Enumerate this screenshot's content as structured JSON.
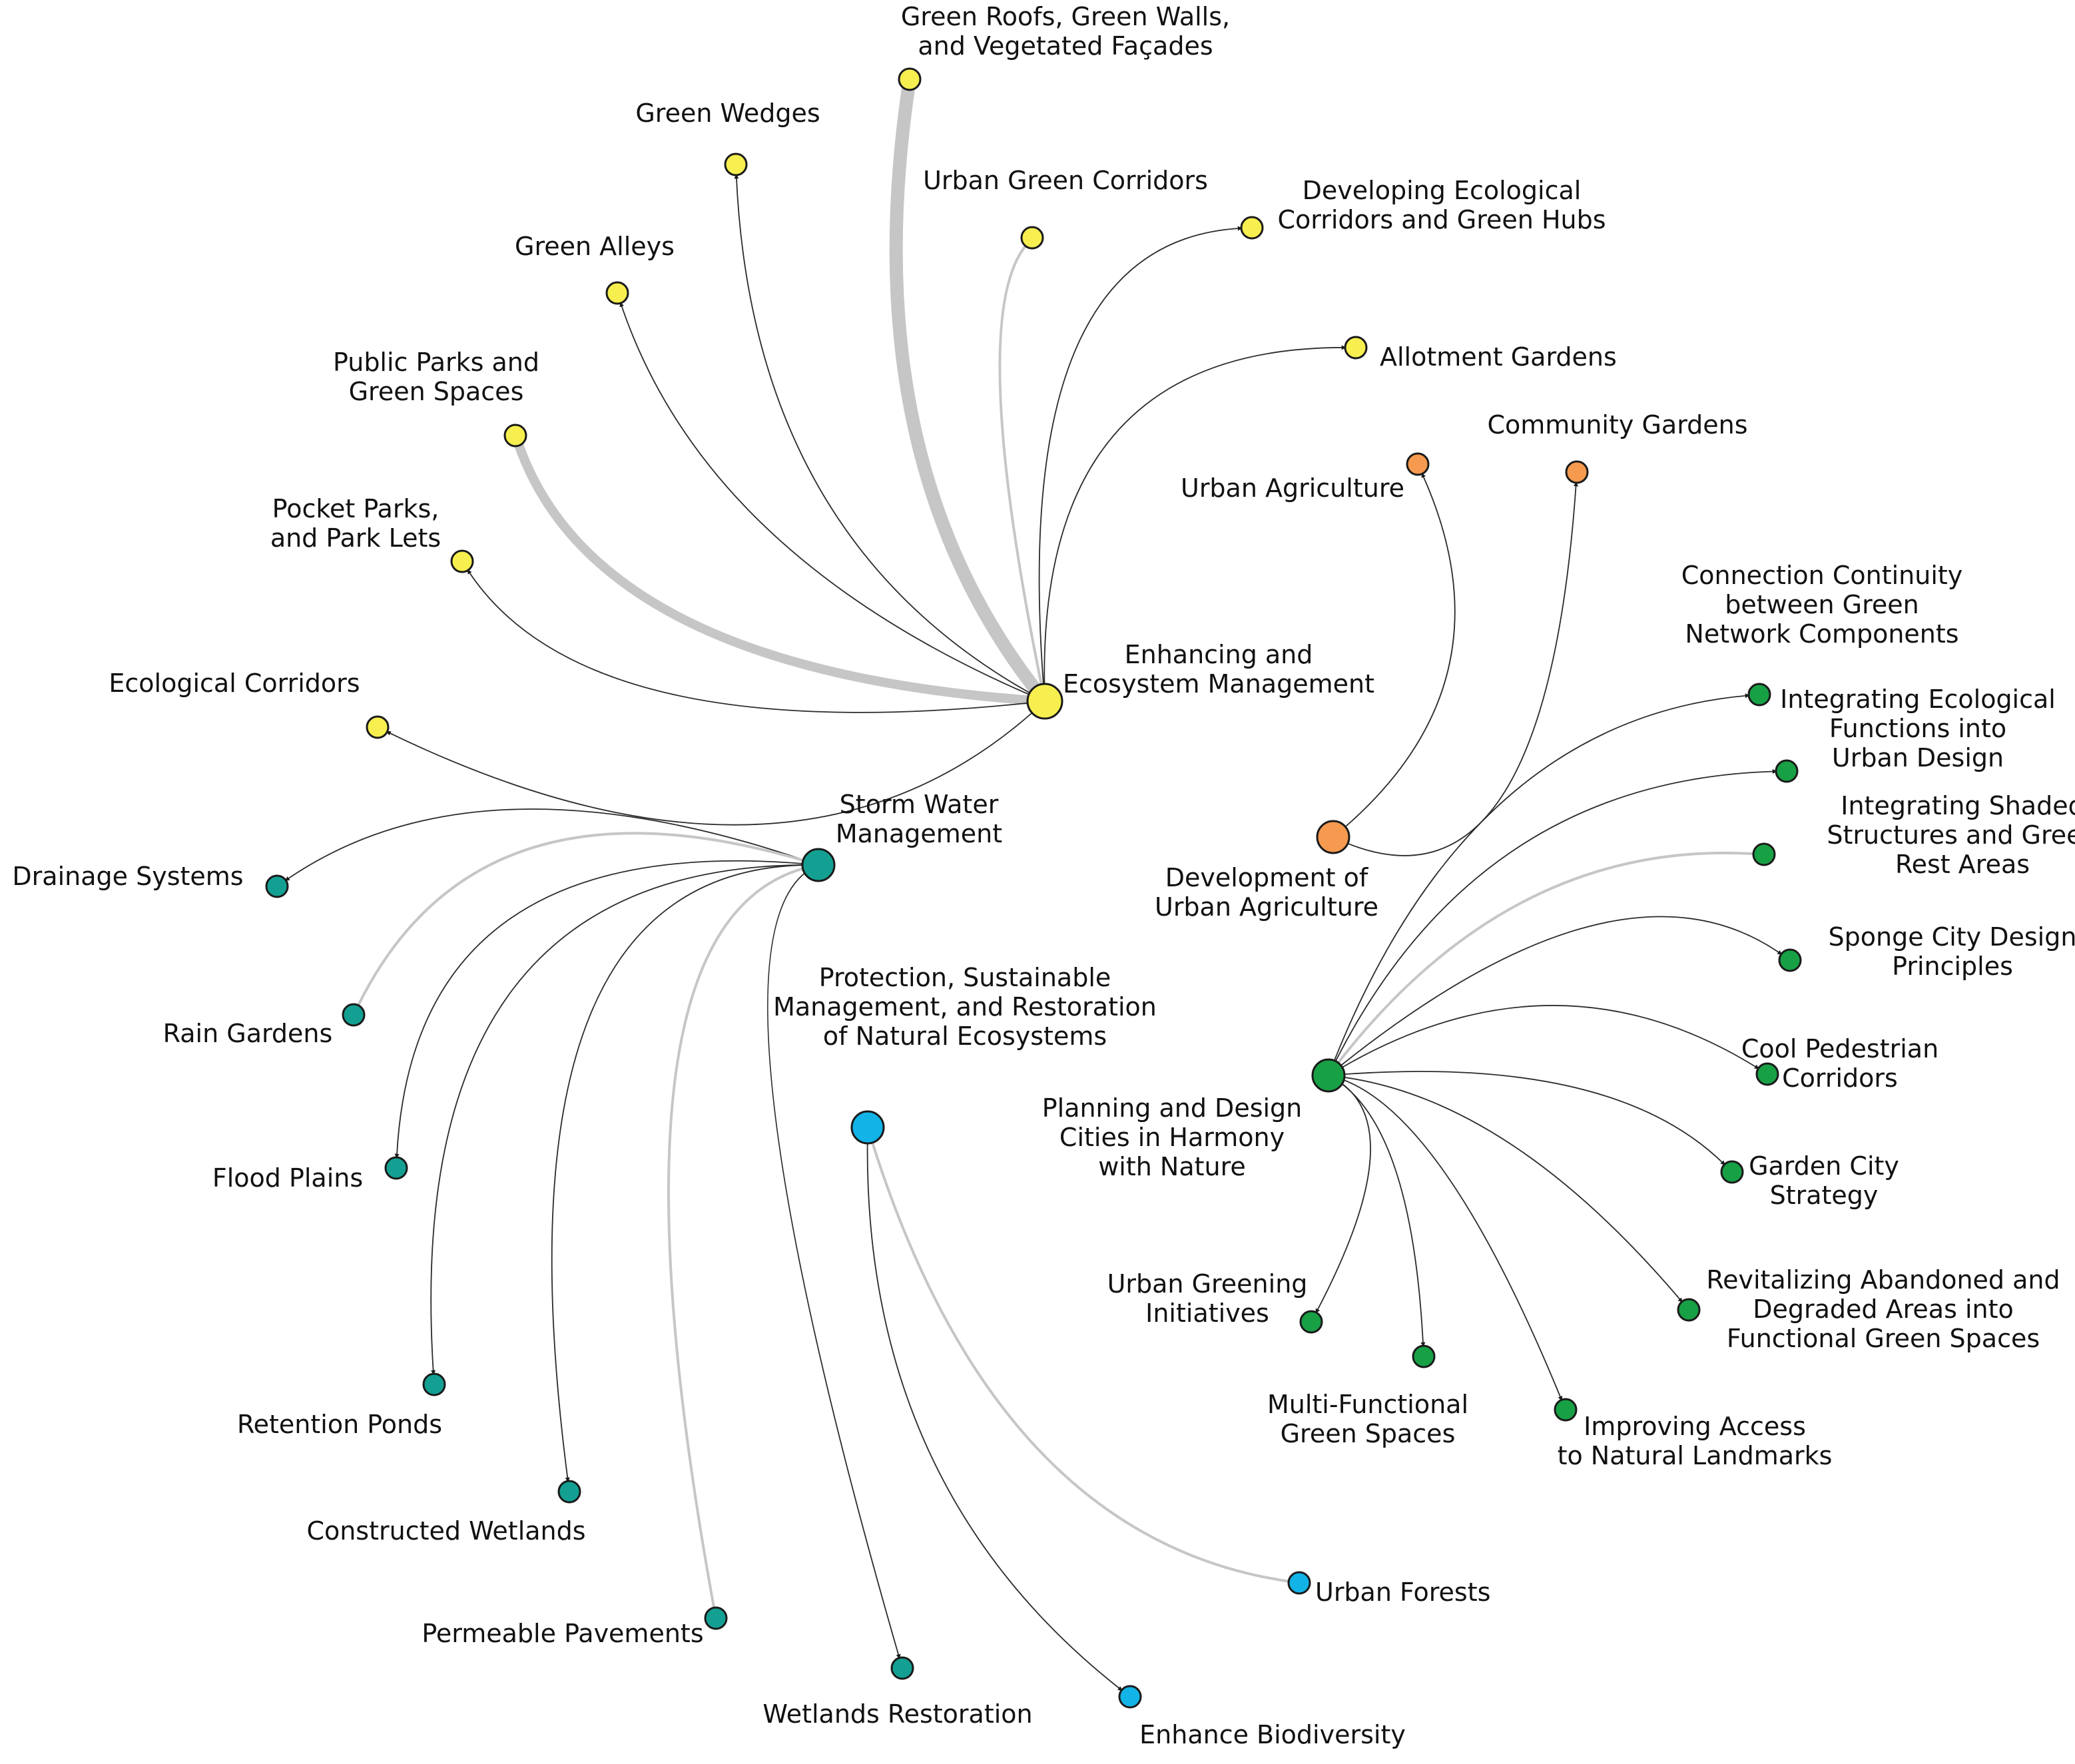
{
  "colors": {
    "yellow": "#f6ef4f",
    "orange": "#f59a4f",
    "green": "#18a045",
    "teal": "#13a093",
    "blue": "#12b3e6"
  },
  "hubs": [
    {
      "id": "enh",
      "lines": [
        "Enhancing and",
        "Ecosystem Management"
      ],
      "color": "yellow"
    },
    {
      "id": "dua",
      "lines": [
        "Development of",
        "Urban Agriculture"
      ],
      "color": "orange"
    },
    {
      "id": "swm",
      "lines": [
        "Storm Water",
        "Management"
      ],
      "color": "teal"
    },
    {
      "id": "pro",
      "lines": [
        "Protection, Sustainable",
        "Management, and Restoration",
        "of Natural Ecosystems"
      ],
      "color": "blue"
    },
    {
      "id": "pdc",
      "lines": [
        "Planning and Design",
        "Cities in Harmony",
        "with Nature"
      ],
      "color": "green"
    }
  ],
  "leaves": [
    {
      "id": "roofs",
      "hub": "enh",
      "lines": [
        "Green Roofs, Green Walls,",
        "and Vegetated Façades"
      ],
      "color": "yellow",
      "weight": "strong"
    },
    {
      "id": "wedges",
      "hub": "enh",
      "lines": [
        "Green Wedges"
      ],
      "color": "yellow",
      "weight": "thin"
    },
    {
      "id": "corr",
      "hub": "enh",
      "lines": [
        "Urban Green Corridors"
      ],
      "color": "yellow",
      "weight": "light"
    },
    {
      "id": "dev",
      "hub": "enh",
      "lines": [
        "Developing Ecological",
        "Corridors and Green Hubs"
      ],
      "color": "yellow",
      "weight": "thin"
    },
    {
      "id": "alleys",
      "hub": "enh",
      "lines": [
        "Green Alleys"
      ],
      "color": "yellow",
      "weight": "thin"
    },
    {
      "id": "allot",
      "hub": "enh",
      "lines": [
        "Allotment Gardens"
      ],
      "color": "yellow",
      "weight": "thin"
    },
    {
      "id": "parks",
      "hub": "enh",
      "lines": [
        "Public Parks and",
        "Green Spaces"
      ],
      "color": "yellow",
      "weight": "strong"
    },
    {
      "id": "pocket",
      "hub": "enh",
      "lines": [
        "Pocket Parks,",
        "and Park Lets"
      ],
      "color": "yellow",
      "weight": "thin"
    },
    {
      "id": "ecocorr",
      "hub": "enh",
      "lines": [
        "Ecological Corridors"
      ],
      "color": "yellow",
      "weight": "thin"
    },
    {
      "id": "ua",
      "hub": "dua",
      "lines": [
        "Urban Agriculture"
      ],
      "color": "orange",
      "weight": "thin"
    },
    {
      "id": "cg",
      "hub": "dua",
      "lines": [
        "Community Gardens"
      ],
      "color": "orange",
      "weight": "thin"
    },
    {
      "id": "conn",
      "hub": "pdc",
      "lines": [
        "Connection Continuity",
        "between Green",
        "Network Components"
      ],
      "color": "green",
      "weight": "thin"
    },
    {
      "id": "integ",
      "hub": "pdc",
      "lines": [
        "Integrating Ecological",
        "Functions into",
        "Urban Design"
      ],
      "color": "green",
      "weight": "thin"
    },
    {
      "id": "shaded",
      "hub": "pdc",
      "lines": [
        "Integrating Shaded",
        "Structures and Green",
        "Rest Areas"
      ],
      "color": "green",
      "weight": "light"
    },
    {
      "id": "sponge",
      "hub": "pdc",
      "lines": [
        "Sponge City Design",
        "Principles"
      ],
      "color": "green",
      "weight": "thin"
    },
    {
      "id": "cool",
      "hub": "pdc",
      "lines": [
        "Cool Pedestrian",
        "Corridors"
      ],
      "color": "green",
      "weight": "thin"
    },
    {
      "id": "garden",
      "hub": "pdc",
      "lines": [
        "Garden City",
        "Strategy"
      ],
      "color": "green",
      "weight": "thin"
    },
    {
      "id": "revital",
      "hub": "pdc",
      "lines": [
        "Revitalizing Abandoned and",
        "Degraded Areas into",
        "Functional Green Spaces"
      ],
      "color": "green",
      "weight": "thin"
    },
    {
      "id": "access",
      "hub": "pdc",
      "lines": [
        "Improving Access",
        "to Natural Landmarks"
      ],
      "color": "green",
      "weight": "thin"
    },
    {
      "id": "multi",
      "hub": "pdc",
      "lines": [
        "Multi-Functional",
        "Green Spaces"
      ],
      "color": "green",
      "weight": "thin"
    },
    {
      "id": "greening",
      "hub": "pdc",
      "lines": [
        "Urban Greening",
        "Initiatives"
      ],
      "color": "green",
      "weight": "thin"
    },
    {
      "id": "drain",
      "hub": "swm",
      "lines": [
        "Drainage Systems"
      ],
      "color": "teal",
      "weight": "thin"
    },
    {
      "id": "rain",
      "hub": "swm",
      "lines": [
        "Rain Gardens"
      ],
      "color": "teal",
      "weight": "light"
    },
    {
      "id": "flood",
      "hub": "swm",
      "lines": [
        "Flood Plains"
      ],
      "color": "teal",
      "weight": "thin"
    },
    {
      "id": "ret",
      "hub": "swm",
      "lines": [
        "Retention Ponds"
      ],
      "color": "teal",
      "weight": "thin"
    },
    {
      "id": "cwet",
      "hub": "swm",
      "lines": [
        "Constructed Wetlands"
      ],
      "color": "teal",
      "weight": "thin"
    },
    {
      "id": "perm",
      "hub": "swm",
      "lines": [
        "Permeable Pavements"
      ],
      "color": "teal",
      "weight": "light"
    },
    {
      "id": "wrest",
      "hub": "swm",
      "lines": [
        "Wetlands Restoration"
      ],
      "color": "teal",
      "weight": "thin"
    },
    {
      "id": "forest",
      "hub": "pro",
      "lines": [
        "Urban Forests"
      ],
      "color": "blue",
      "weight": "light"
    },
    {
      "id": "bio",
      "hub": "pro",
      "lines": [
        "Enhance Biodiversity"
      ],
      "color": "blue",
      "weight": "thin"
    }
  ]
}
